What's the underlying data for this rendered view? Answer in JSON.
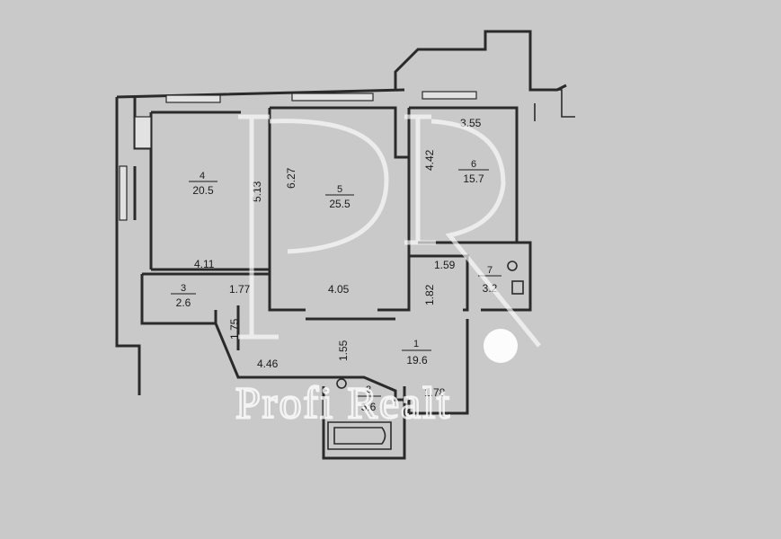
{
  "rooms": [
    {
      "number": "1",
      "area": "19.6"
    },
    {
      "number": "2",
      "area": "5.6"
    },
    {
      "number": "3",
      "area": "2.6"
    },
    {
      "number": "4",
      "area": "20.5"
    },
    {
      "number": "5",
      "area": "25.5"
    },
    {
      "number": "6",
      "area": "15.7"
    },
    {
      "number": "7",
      "area": "3.2"
    }
  ],
  "dimensions": [
    "5.13",
    "4.11",
    "1.77",
    "1.75",
    "6.27",
    "4.05",
    "1.55",
    "4.46",
    "3.55",
    "4.42",
    "1.59",
    "1.82",
    "1.78"
  ],
  "watermark": {
    "monogram": "PR",
    "text": "Profi Realt"
  }
}
